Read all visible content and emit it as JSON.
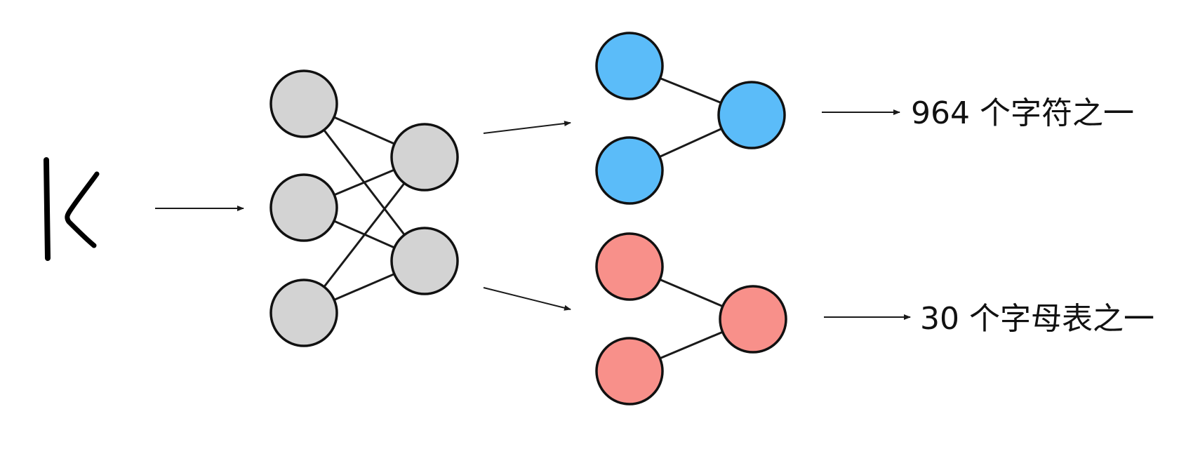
{
  "diagram": {
    "input_glyph": "K",
    "shared_network": {
      "node_color": "#d3d3d3",
      "layer1_count": 3,
      "layer2_count": 2
    },
    "head_top": {
      "node_color": "#5bbcf9",
      "label": "964 个字符之一"
    },
    "head_bottom": {
      "node_color": "#f8908a",
      "label": "30 个字母表之一"
    }
  }
}
